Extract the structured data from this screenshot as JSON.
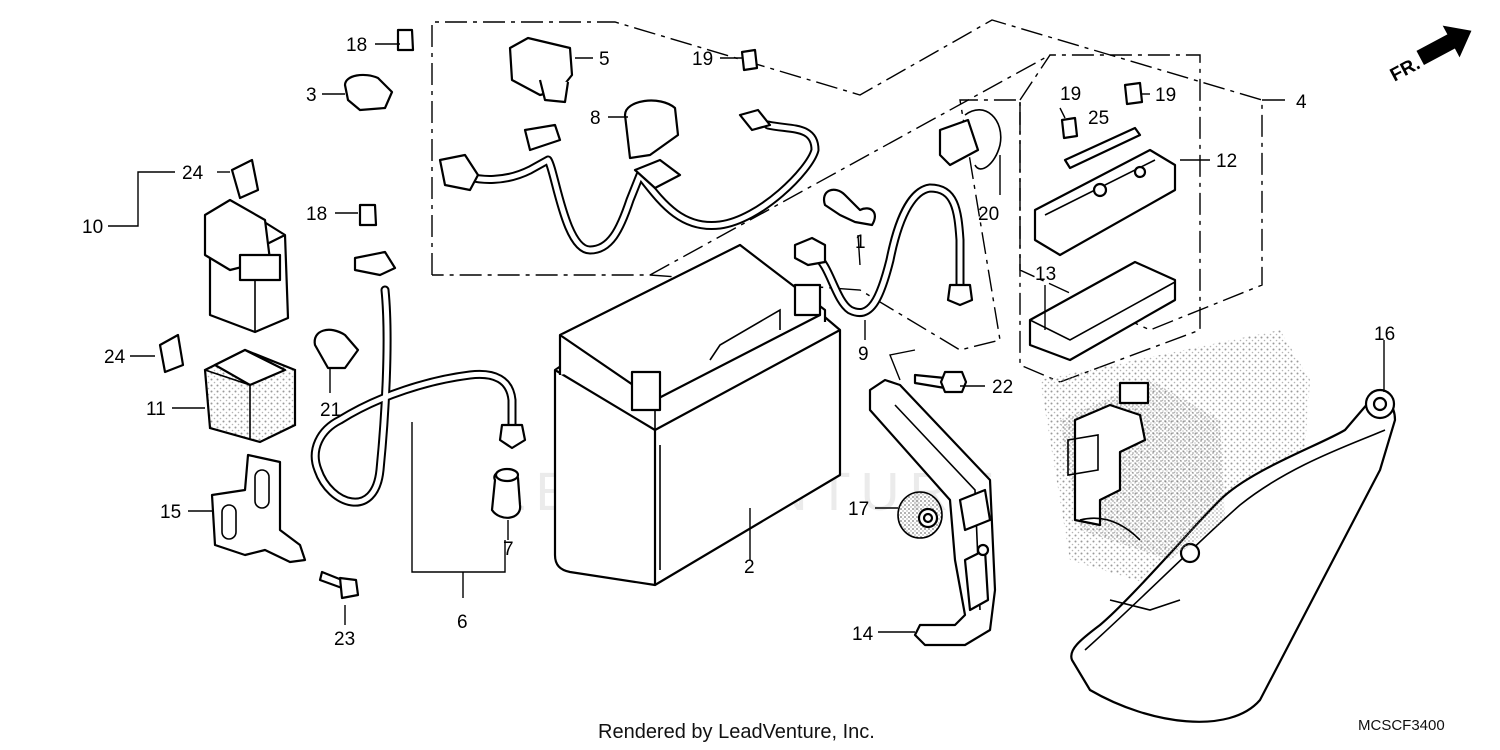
{
  "diagram": {
    "direction_label": "FR.",
    "footer_text": "Rendered by LeadVenture, Inc.",
    "diagram_code": "MCSCF3400",
    "watermark": "LEADVENTURE",
    "callouts": {
      "c1": "1",
      "c2": "2",
      "c3": "3",
      "c4": "4",
      "c5": "5",
      "c6": "6",
      "c7": "7",
      "c8": "8",
      "c9": "9",
      "c10": "10",
      "c11": "11",
      "c12": "12",
      "c13": "13",
      "c14": "14",
      "c15": "15",
      "c16": "16",
      "c17": "17",
      "c18a": "18",
      "c18b": "18",
      "c19a": "19",
      "c19b": "19",
      "c19c": "19",
      "c20": "20",
      "c21": "21",
      "c22": "22",
      "c23": "23",
      "c24a": "24",
      "c24b": "24",
      "c25": "25"
    }
  }
}
